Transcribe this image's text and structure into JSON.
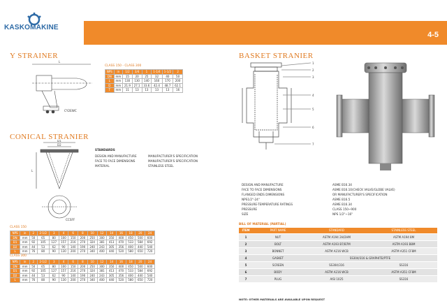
{
  "brand": {
    "name": "KASKOMAKINE",
    "accent": "#f08a2a",
    "logo_blue": "#2d6aa6"
  },
  "header": {
    "page": "4-5"
  },
  "y_strainer": {
    "title": "Y STRAINER",
    "table_caption": "CLASS 150 - CLASS 300",
    "model_label": "CY2EWC",
    "dim_label": "L",
    "rows": [
      [
        "NPS",
        "in",
        "1/2",
        "3/4",
        "1",
        "1-1/4",
        "1-1/2",
        "2"
      ],
      [
        "DN",
        "mm",
        "15",
        "20",
        "25",
        "32",
        "40",
        "50"
      ],
      [
        "L",
        "mm",
        "130",
        "130",
        "140",
        "160",
        "170",
        "200"
      ],
      [
        "D",
        "mm",
        "21.9",
        "27.1",
        "33.6",
        "42.4",
        "48.7",
        "62.1"
      ],
      [
        "T",
        "mm",
        "11",
        "13",
        "13",
        "13",
        "13",
        "16"
      ]
    ]
  },
  "conical": {
    "title": "CONICAL STRANIER",
    "model_label": "CCSFF",
    "dim_labels": [
      "D1",
      "D2",
      "L"
    ],
    "standards_title": "STANDARDS",
    "standards": [
      {
        "k": "DESIGN AND MANUFACTURE",
        "v": "MANUFACTURER'S SPECIFICATION"
      },
      {
        "k": "FACE TO FACE DIMENSIONS",
        "v": "MANUFACTURER'S SPECIFICATION"
      },
      {
        "k": "MATERIAL",
        "v": "STAINLESS STEEL"
      }
    ],
    "class150": {
      "caption": "CLASS 150",
      "rows": [
        [
          "NPS",
          "in",
          "2",
          "2-1/2",
          "3",
          "4",
          "6",
          "8",
          "10",
          "12",
          "14",
          "16",
          "18",
          "20",
          "24"
        ],
        [
          "DN",
          "mm",
          "50",
          "65",
          "80",
          "100",
          "150",
          "200",
          "250",
          "300",
          "350",
          "400",
          "450",
          "500",
          "600"
        ],
        [
          "D1",
          "mm",
          "92",
          "105",
          "127",
          "157",
          "216",
          "270",
          "324",
          "381",
          "413",
          "470",
          "533",
          "584",
          "692"
        ],
        [
          "D2",
          "mm",
          "44",
          "53",
          "62",
          "90",
          "140",
          "190",
          "240",
          "243",
          "305",
          "356",
          "400",
          "440",
          "540"
        ],
        [
          "L",
          "mm",
          "76",
          "80",
          "90",
          "130",
          "200",
          "270",
          "340",
          "400",
          "440",
          "520",
          "580",
          "650",
          "720"
        ]
      ]
    },
    "class300": {
      "caption": "CLASS 300",
      "rows": [
        [
          "NPS",
          "in",
          "2",
          "2-1/2",
          "3",
          "4",
          "6",
          "8",
          "10",
          "12",
          "14",
          "16",
          "18",
          "20",
          "24"
        ],
        [
          "DN",
          "mm",
          "50",
          "65",
          "80",
          "100",
          "150",
          "200",
          "250",
          "300",
          "350",
          "400",
          "450",
          "500",
          "600"
        ],
        [
          "D1",
          "mm",
          "92",
          "105",
          "127",
          "157",
          "216",
          "270",
          "324",
          "381",
          "413",
          "470",
          "533",
          "584",
          "692"
        ],
        [
          "D2",
          "mm",
          "44",
          "53",
          "62",
          "90",
          "140",
          "190",
          "240",
          "243",
          "305",
          "356",
          "400",
          "440",
          "540"
        ],
        [
          "L",
          "mm",
          "76",
          "80",
          "90",
          "130",
          "200",
          "270",
          "340",
          "400",
          "440",
          "520",
          "580",
          "650",
          "720"
        ]
      ]
    }
  },
  "basket": {
    "title": "BASKET STRANIER",
    "callouts": [
      "1",
      "2",
      "3",
      "4",
      "5",
      "6",
      "7"
    ],
    "specs": [
      {
        "k": "DESIGN AND MANUFACTURE",
        "v": "ASME B16.34"
      },
      {
        "k": "FACE TO FACE DIMENSIONS",
        "v": "ASME B16.10(CHECK VALVE/GLOBE VALVE)"
      },
      {
        "k": "FLANGED ENDS DIMENSIONS",
        "v": "OR MANUFACTURER'S SPECIFICATION"
      },
      {
        "k": "NPS1/2\"-24\"",
        "v": "ASME B16.5"
      },
      {
        "k": "PRESSURE-TEMPERATURE RATINGS",
        "v": "ASME B16.34"
      },
      {
        "k": "PRESSURE",
        "v": "CLASS 150~900"
      },
      {
        "k": "SIZE",
        "v": "NPS 1/2\"~16\""
      }
    ],
    "bom_title": "BILL OF MATERIAL (PARTIAL)",
    "bom_head": [
      "ITEM",
      "PART NAME",
      "STANDARD",
      "STAINLESS STEEL"
    ],
    "bom": [
      {
        "no": "1",
        "part": "NUT",
        "std": "ASTM A194 2H/2HM",
        "ss": "ASTM A194 8M",
        "span": false
      },
      {
        "no": "2",
        "part": "BOLT",
        "std": "ASTM A193 B7/B7M",
        "ss": "ASTM A193 B8M",
        "span": false
      },
      {
        "no": "3",
        "part": "BONNET",
        "std": "ASTM A216 WCB",
        "ss": "ASTM A351 CF8M",
        "span": false
      },
      {
        "no": "4",
        "part": "GASKET",
        "std": "SS304/316 & GRAPHITE/PTFE",
        "ss": "",
        "span": true
      },
      {
        "no": "5",
        "part": "SCREEN",
        "std": "SS304/316",
        "ss": "SS316",
        "span": false
      },
      {
        "no": "6",
        "part": "BODY",
        "std": "ASTM A216 WCB",
        "ss": "ASTM A351 CF8M",
        "span": false
      },
      {
        "no": "7",
        "part": "PLUG",
        "std": "AISI 1025",
        "ss": "SS316",
        "span": false
      }
    ],
    "note": "NOTE: OTHER MATERIALS ARE AVAILABLE UPON REQUEST"
  }
}
